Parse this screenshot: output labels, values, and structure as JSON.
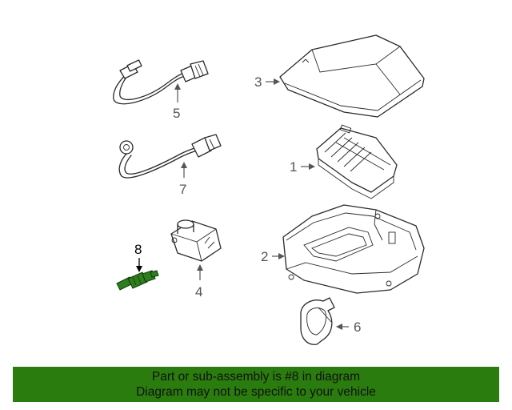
{
  "callouts": {
    "c1": "1",
    "c2": "2",
    "c3": "3",
    "c4": "4",
    "c5": "5",
    "c6": "6",
    "c7": "7",
    "c8": "8"
  },
  "highlight_color": "#2b7c0e",
  "banner": {
    "line1": "Part or sub-assembly is #8 in diagram",
    "line2": "Diagram may not be specific to your vehicle"
  }
}
